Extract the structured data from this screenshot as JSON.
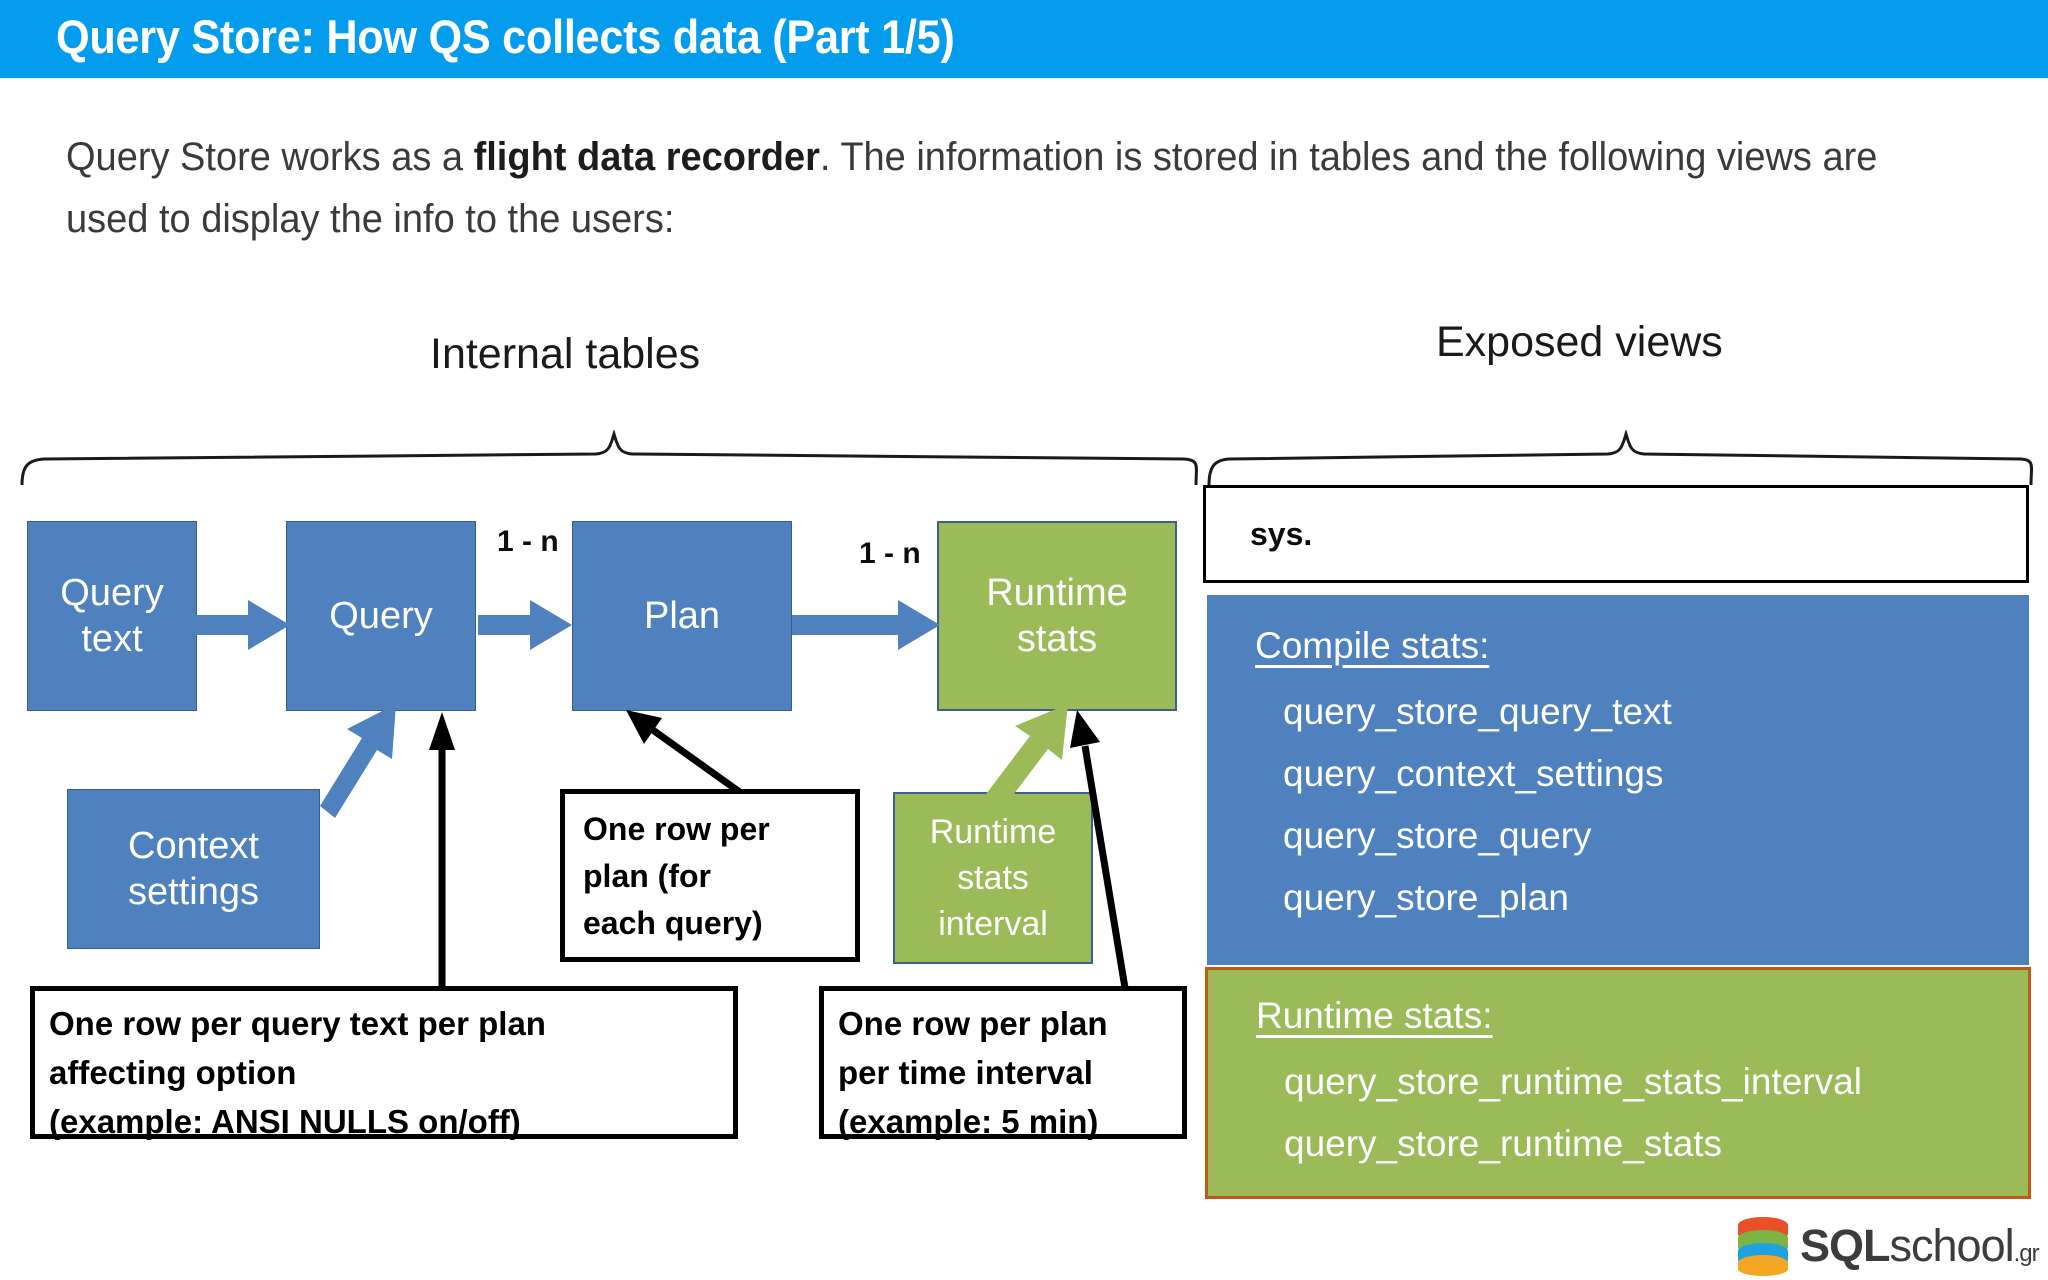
{
  "slide": {
    "title": "Query Store: How QS collects data (Part 1/5)",
    "intro_part1": "Query Store works as a ",
    "intro_bold": "flight data recorder",
    "intro_part2": ". The information is stored in tables and the following views are used to display the info to the users:"
  },
  "sections": {
    "internal_tables": "Internal tables",
    "exposed_views": "Exposed views"
  },
  "flow": {
    "boxes": [
      {
        "id": "query-text",
        "label_line1": "Query",
        "label_line2": "text",
        "color": "#4e81bd"
      },
      {
        "id": "query",
        "label_line1": "Query",
        "label_line2": "",
        "color": "#4e81bd"
      },
      {
        "id": "plan",
        "label_line1": "Plan",
        "label_line2": "",
        "color": "#4e81bd"
      },
      {
        "id": "runtime-stats",
        "label_line1": "Runtime",
        "label_line2": "stats",
        "color": "#9bbb59"
      }
    ],
    "cardinality_1": "1 - n",
    "cardinality_2": "1 - n",
    "context_settings": {
      "label_line1": "Context",
      "label_line2": "settings",
      "color": "#4e81bd"
    },
    "runtime_stats_interval": {
      "label_line1": "Runtime",
      "label_line2": "stats",
      "label_line3": "interval",
      "color": "#9bbb59"
    }
  },
  "callouts": {
    "plan": {
      "line1": "One row per",
      "line2": "plan (for",
      "line3": "each query)"
    },
    "query_text": {
      "line1": "One row per query text per plan",
      "line2": "affecting option",
      "line3": "(example: ANSI NULLS on/off)"
    },
    "time_interval": {
      "line1": "One row per plan",
      "line2": "per time interval",
      "line3": "(example: 5 min)"
    }
  },
  "views_panel": {
    "schema_prefix": "sys.",
    "compile_stats": {
      "title": "Compile stats:",
      "items": [
        "query_store_query_text",
        "query_context_settings",
        "query_store_query",
        "query_store_plan"
      ],
      "color": "#4e81bd"
    },
    "runtime_stats": {
      "title": "Runtime stats:",
      "items": [
        "query_store_runtime_stats_interval",
        "query_store_runtime_stats"
      ],
      "color": "#9bbb59",
      "border_color": "#c05b15"
    }
  },
  "logo": {
    "sql": "SQL",
    "school": "school",
    "tld": ".gr"
  },
  "colors": {
    "title_bar": "#049ded",
    "blue": "#4e81bd",
    "green": "#9bbb59",
    "orange_border": "#c05b15"
  }
}
